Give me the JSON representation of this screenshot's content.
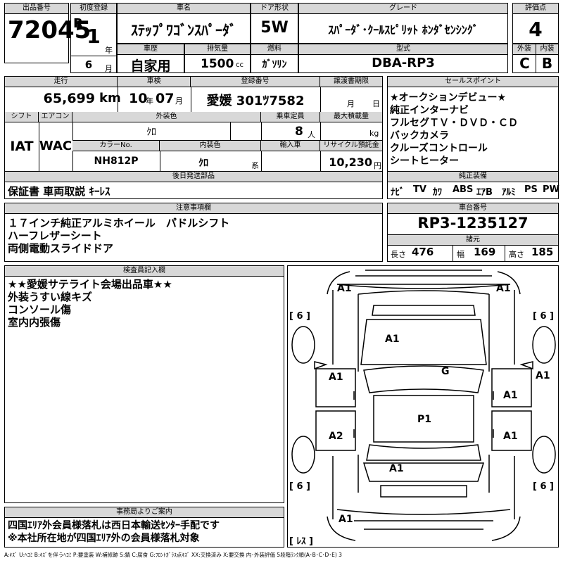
{
  "header": {
    "lot_label": "出品番号",
    "lot_no": "72045",
    "first_reg_label": "初度登録",
    "era": "R",
    "year": "1",
    "year_unit": "年",
    "month": "6",
    "month_unit": "月",
    "car_name_label": "車名",
    "car_name": "ｽﾃｯﾌﾟﾜｺﾞﾝｽﾊﾟｰﾀﾞ",
    "door_label": "ドア形状",
    "door": "5W",
    "grade_label": "グレード",
    "grade": "ｽﾊﾟｰﾀﾞ･ｸｰﾙｽﾋﾟﾘｯﾄ ﾎﾝﾀﾞｾﾝｼﾝｸﾞ",
    "score_label": "評価点",
    "score": "4",
    "history_label": "車歴",
    "history": "自家用",
    "displacement_label": "排気量",
    "displacement": "1500",
    "cc": "cc",
    "fuel_label": "燃料",
    "fuel": "ｶﾞｿﾘﾝ",
    "model_label": "型式",
    "model": "DBA-RP3",
    "ext_label": "外装",
    "ext": "C",
    "int_label": "内装",
    "int": "B"
  },
  "details": {
    "mileage_label": "走行",
    "mileage": "65,699",
    "km": "km",
    "inspection_label": "車検",
    "insp_year": "10",
    "insp_year_unit": "年",
    "insp_month": "07",
    "insp_month_unit": "月",
    "regno_label": "登録番号",
    "regno": "愛媛 301ﾂ7582",
    "transfer_label": "譲渡書期限",
    "transfer_m": "月",
    "transfer_d": "日",
    "shift_label": "シフト",
    "shift": "IAT",
    "ac_label": "エアコン",
    "ac": "WAC",
    "ext_color_label": "外装色",
    "ext_color": "ｸﾛ",
    "capacity_label": "乗車定員",
    "capacity": "8",
    "capacity_unit": "人",
    "max_load_label": "最大積載量",
    "max_load_unit": "kg",
    "color_no_label": "カラーNo.",
    "color_no": "NH812P",
    "int_color_label": "内装色",
    "int_color": "ｸﾛ",
    "int_color_unit": "系",
    "import_label": "輸入車",
    "recycle_label": "リサイクル預託金",
    "recycle": "10,230",
    "yen": "円"
  },
  "later_docs": {
    "label": "後日発送部品",
    "value": "保証書 車両取説 ｷｰﾚｽ"
  },
  "sales_points": {
    "label": "セールスポイント",
    "items": [
      "★オークションデビュー★",
      "純正インターナビ",
      "フルセグＴＶ・ＤＶＤ・ＣＤ",
      "バックカメラ",
      "クルーズコントロール",
      "シートヒーター"
    ]
  },
  "equipment": {
    "label": "純正装備",
    "items": [
      "ﾅﾋﾞ",
      "TV",
      "ｶﾜ",
      "ABS",
      "ｴｱB",
      "ｱﾙﾐ",
      "PS",
      "PW"
    ]
  },
  "notes": {
    "label": "注意事項欄",
    "lines": [
      "１７インチ純正アルミホイール　パドルシフト",
      "ハーフレザーシート",
      "両側電動スライドドア"
    ]
  },
  "chassis": {
    "label": "車台番号",
    "value": "RP3-1235127"
  },
  "dims": {
    "label": "諸元",
    "length_label": "長さ",
    "length": "476",
    "width_label": "幅",
    "width": "169",
    "height_label": "高さ",
    "height": "185"
  },
  "inspector": {
    "label": "検査員記入欄",
    "lines": [
      "★★愛媛サテライト会場出品車★★",
      "外装うすい線キズ",
      "コンソール傷",
      "室内内張傷"
    ]
  },
  "office": {
    "label": "事務局よりご案内",
    "lines": [
      "四国ｴﾘｱ外会員様落札は西日本輸送ｾﾝﾀｰ手配です",
      "※本社所在地が四国ｴﾘｱ外の会員様落札対象"
    ]
  },
  "diagram": {
    "marks": {
      "fl": "A1",
      "fr": "A1",
      "hood": "A1",
      "glass": "G",
      "ld": "A1",
      "rd": "A1",
      "roof": "P1",
      "ls": "A2",
      "rs": "A1",
      "rear": "A1",
      "rb": "A1",
      "frs": "A1"
    },
    "tires": [
      "[ 6 ]",
      "[ 6 ]",
      "[ 6 ]",
      "[ 6 ]"
    ],
    "spare": "[ ﾚｽ ]"
  },
  "legend": "A:ｷｽﾞ  U:ﾍｺﾐ  B:ｷｽﾞを伴うﾍｺﾐ  P:要塗装  W:補修跡  S:錆  C:腐食  G:ﾌﾛﾝﾄｶﾞﾗｽ点ｷｽﾞ  XX:交換済み  X:要交換   内･外装評価  5段階ﾗﾝｸ順(A･B･C･D･E) 3"
}
